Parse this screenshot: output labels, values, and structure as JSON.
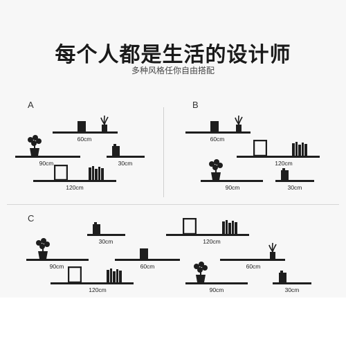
{
  "title": "每个人都是生活的设计师",
  "subtitle": "多种风格任你自由搭配",
  "sections": {
    "a": "A",
    "b": "B",
    "c": "C"
  },
  "sizes": {
    "s60": "60cm",
    "s90": "90cm",
    "s30": "30cm",
    "s120": "120cm"
  },
  "colors": {
    "shelf": "#1e1e1e",
    "background": "#f7f7f7"
  },
  "icons": [
    "plant-icon",
    "book-icon",
    "photo-frame-icon",
    "box-icon",
    "potted-tree-icon"
  ]
}
